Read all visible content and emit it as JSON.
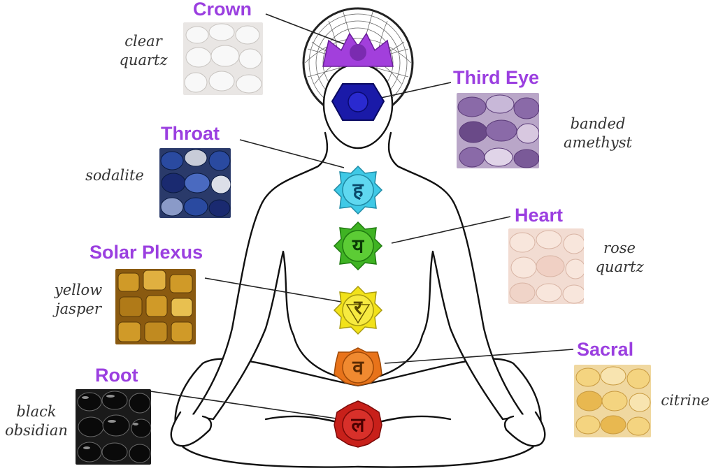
{
  "colors": {
    "label": "#9b3fe0",
    "crown": "#a23fdc",
    "third_eye": "#1a1aa8",
    "throat": "#3fc9e6",
    "heart": "#3fb323",
    "solar_plexus": "#f2e21a",
    "sacral": "#e8731a",
    "root": "#c8201a"
  },
  "chakras": {
    "crown": {
      "label": "Crown",
      "stone": "clear quartz"
    },
    "third_eye": {
      "label": "Third Eye",
      "stone": "banded amethyst"
    },
    "throat": {
      "label": "Throat",
      "stone": "sodalite"
    },
    "heart": {
      "label": "Heart",
      "stone": "rose quartz"
    },
    "solar_plexus": {
      "label": "Solar Plexus",
      "stone": "yellow jasper"
    },
    "sacral": {
      "label": "Sacral",
      "stone": "citrine"
    },
    "root": {
      "label": "Root",
      "stone": "black obsidian"
    }
  },
  "stone_lines": {
    "crown": [
      "clear",
      "quartz"
    ],
    "third_eye": [
      "banded",
      "amethyst"
    ],
    "heart": [
      "rose",
      "quartz"
    ],
    "solar_plexus": [
      "yellow",
      "jasper"
    ],
    "root": [
      "black",
      "obsidian"
    ]
  },
  "glyphs": {
    "throat": "ह",
    "heart": "य",
    "solar_plexus": "र",
    "sacral": "व",
    "root": "ल"
  }
}
